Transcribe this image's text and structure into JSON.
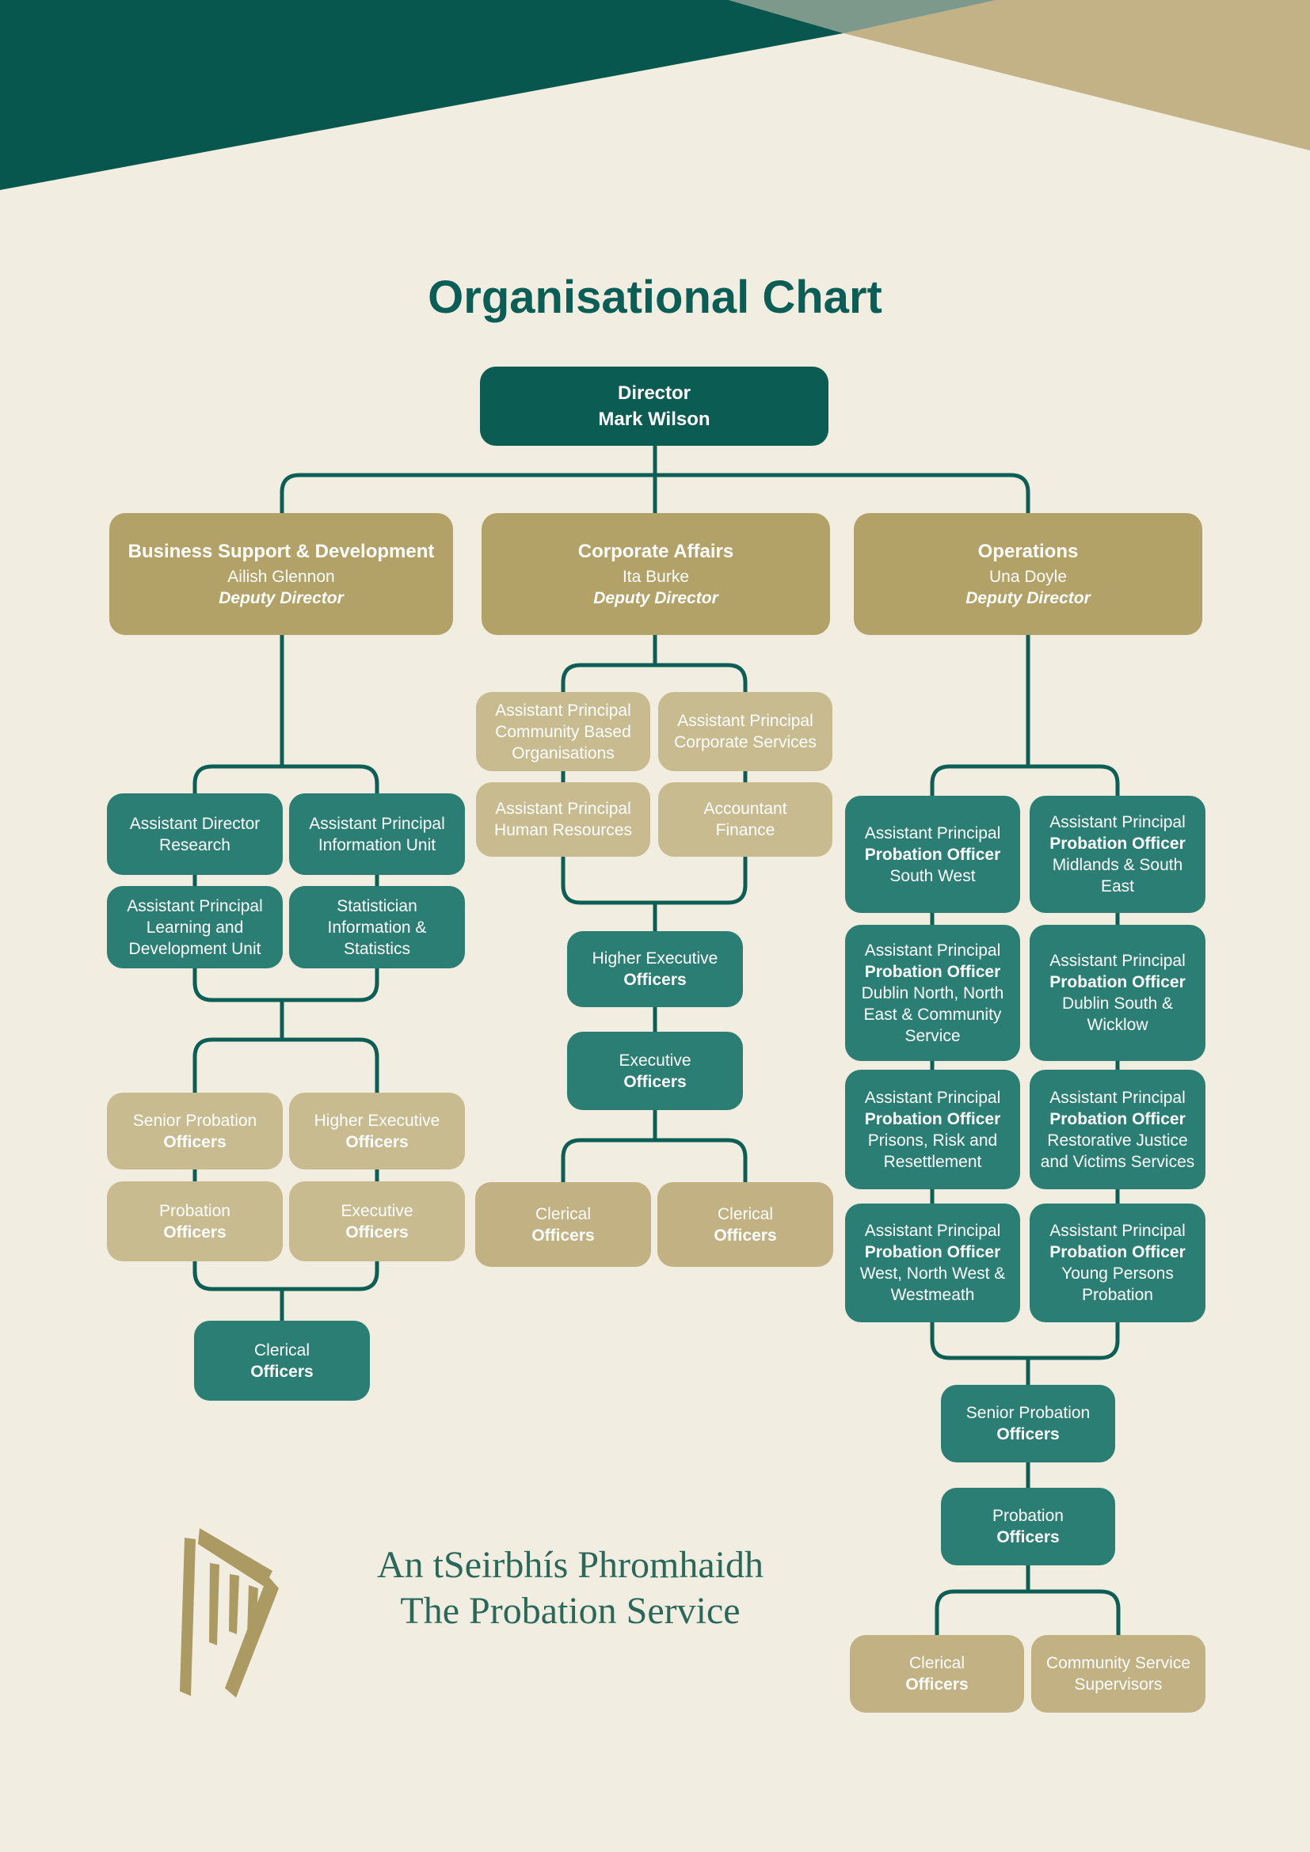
{
  "page_title": "Organisational Chart",
  "colors": {
    "background": "#f2ede1",
    "dark_teal": "#0b5c53",
    "teal": "#2b7e73",
    "dark_gold": "#b3a267",
    "tan_light": "#c9bb90",
    "tan_medium": "#c1b183",
    "sage_overlap": "#7d998b",
    "connector": "#0d5f55",
    "title_text": "#0b5e55",
    "logo_text": "#2a685a",
    "logo_gold": "#ab9a62"
  },
  "org": {
    "director": {
      "title": "Director",
      "name": "Mark Wilson"
    },
    "deputies": {
      "business_support": {
        "dept": "Business Support & Development",
        "name": "Ailish Glennon",
        "role": "Deputy Director"
      },
      "corporate_affairs": {
        "dept": "Corporate Affairs",
        "name": "Ita Burke",
        "role": "Deputy Director"
      },
      "operations": {
        "dept": "Operations",
        "name": "Una Doyle",
        "role": "Deputy Director"
      }
    },
    "business_support": {
      "research": {
        "l1": "Assistant Director",
        "l2": "Research"
      },
      "information_unit": {
        "l1": "Assistant Principal",
        "l2": "Information Unit"
      },
      "learning": {
        "l1": "Assistant Principal",
        "l2": "Learning and Development Unit"
      },
      "statistician": {
        "l1": "Statistician",
        "l2": "Information & Statistics"
      },
      "senior_probation": {
        "l1": "Senior Probation",
        "l2": "Officers"
      },
      "higher_executive": {
        "l1": "Higher Executive",
        "l2": "Officers"
      },
      "probation": {
        "l1": "Probation",
        "l2": "Officers"
      },
      "executive": {
        "l1": "Executive",
        "l2": "Officers"
      },
      "clerical": {
        "l1": "Clerical",
        "l2": "Officers"
      }
    },
    "corporate_affairs": {
      "community_based": {
        "l1": "Assistant Principal",
        "l2": "Community Based Organisations"
      },
      "corporate_services": {
        "l1": "Assistant Principal",
        "l2": "Corporate Services"
      },
      "human_resources": {
        "l1": "Assistant Principal",
        "l2": "Human Resources"
      },
      "accountant": {
        "l1": "Accountant",
        "l2": "Finance"
      },
      "higher_executive": {
        "l1": "Higher Executive",
        "l2": "Officers"
      },
      "executive": {
        "l1": "Executive",
        "l2": "Officers"
      },
      "clerical_left": {
        "l1": "Clerical",
        "l2": "Officers"
      },
      "clerical_right": {
        "l1": "Clerical",
        "l2": "Officers"
      }
    },
    "operations": {
      "south_west": {
        "l1": "Assistant Principal",
        "l2": "Probation Officer",
        "l3": "South West"
      },
      "midlands": {
        "l1": "Assistant Principal",
        "l2": "Probation Officer",
        "l3": "Midlands & South East"
      },
      "dublin_north": {
        "l1": "Assistant Principal",
        "l2": "Probation Officer",
        "l3": "Dublin North, North East & Community Service"
      },
      "dublin_south": {
        "l1": "Assistant Principal",
        "l2": "Probation Officer",
        "l3": "Dublin South & Wicklow"
      },
      "prisons": {
        "l1": "Assistant Principal",
        "l2": "Probation Officer",
        "l3": "Prisons, Risk and Resettlement"
      },
      "restorative": {
        "l1": "Assistant Principal",
        "l2": "Probation Officer",
        "l3": "Restorative Justice and Victims Services"
      },
      "west_north_west": {
        "l1": "Assistant Principal",
        "l2": "Probation Officer",
        "l3": "West, North West & Westmeath"
      },
      "young_persons": {
        "l1": "Assistant Principal",
        "l2": "Probation Officer",
        "l3": "Young Persons Probation"
      },
      "senior_probation": {
        "l1": "Senior Probation",
        "l2": "Officers"
      },
      "probation": {
        "l1": "Probation",
        "l2": "Officers"
      },
      "clerical": {
        "l1": "Clerical",
        "l2": "Officers"
      },
      "community_service": {
        "l1": "Community Service",
        "l2": "Supervisors"
      }
    }
  },
  "logo": {
    "irish": "An tSeirbhís Phromhaidh",
    "english": "The Probation Service"
  }
}
